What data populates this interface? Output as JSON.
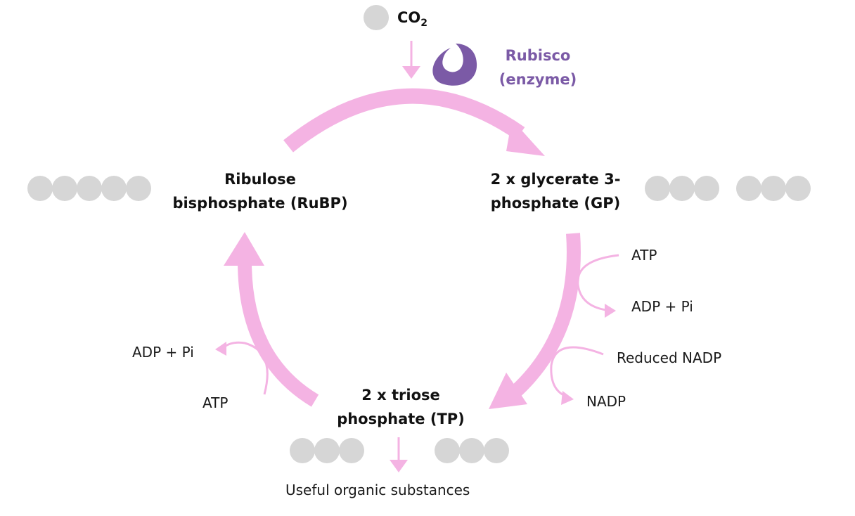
{
  "colors": {
    "arrow": "#f4b3e3",
    "carbon": "#d6d6d6",
    "enzyme": "#7b5aa6"
  },
  "co2": {
    "text": "CO",
    "subscript": "2"
  },
  "enzyme": {
    "line1": "Rubisco",
    "line2": "(enzyme)"
  },
  "ribulose": {
    "line1": "Ribulose",
    "line2": "bisphosphate (RuBP)"
  },
  "glycerate": {
    "line1": "2 x glycerate 3-",
    "line2": "phosphate (GP)"
  },
  "triose": {
    "line1": "2 x triose",
    "line2": "phosphate (TP)"
  },
  "reduction": {
    "atp": "ATP",
    "adp_pi": "ADP + Pi",
    "reduced_nadp": "Reduced NADP",
    "nadp": "NADP"
  },
  "regeneration": {
    "adp_pi": "ADP + Pi",
    "atp": "ATP"
  },
  "output": "Useful organic substances",
  "carbon_groups": {
    "co2": 1,
    "ribulose": 5,
    "glycerate": [
      3,
      3
    ],
    "triose": [
      3,
      3
    ]
  }
}
